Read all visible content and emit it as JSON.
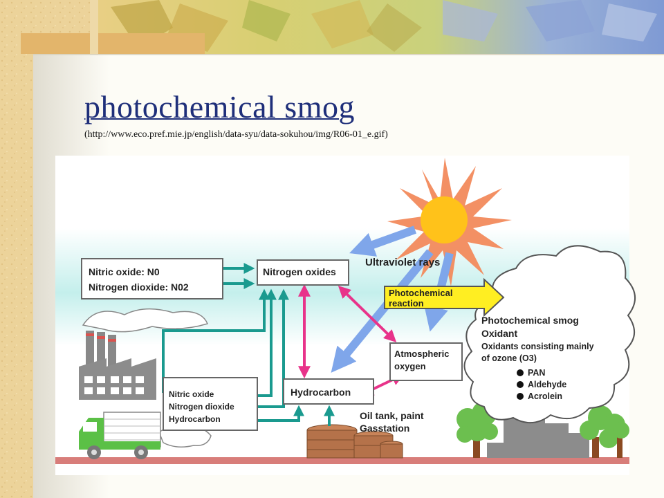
{
  "slide": {
    "title": "photochemical smog",
    "source": "(http://www.eco.pref.mie.jp/english/data-syu/data-sokuhou/img/R06-01_e.gif)"
  },
  "diagram": {
    "box_sources": [
      "Nitric oxide: N0",
      "Nitrogen dioxide: N02"
    ],
    "box_nitrogen_oxides": "Nitrogen oxides",
    "label_uv": "Ultraviolet rays",
    "box_photochemical_reaction": [
      "Photochemical",
      "reaction"
    ],
    "box_vehicle_emissions": [
      "Nitric oxide",
      "Nitrogen dioxide",
      "Hydrocarbon"
    ],
    "box_hydrocarbon": "Hydrocarbon",
    "box_atmospheric_oxygen": [
      "Atmospheric",
      "oxygen"
    ],
    "label_oil_tank": [
      "Oil tank, paint",
      "Gasstation"
    ],
    "cloud_smog": {
      "heading": [
        "Photochemical smog",
        "Oxidant"
      ],
      "description": [
        "Oxidants consisting mainly",
        "of ozone (O3)"
      ],
      "items": [
        "PAN",
        "Aldehyde",
        "Acrolein"
      ]
    }
  },
  "colors": {
    "title": "#1f2f7a",
    "teal_arrow": "#1a9a8f",
    "pink_arrow": "#e8338a",
    "uv_arrow": "#7fa6ea",
    "sun": "#ffc21a",
    "sun_rays": "#f28a5c",
    "reaction_box": "#ffee22",
    "sky": "#c4efec",
    "ground": "#d87d7a",
    "tree": "#6cbf4f",
    "truck": "#5bc046"
  }
}
